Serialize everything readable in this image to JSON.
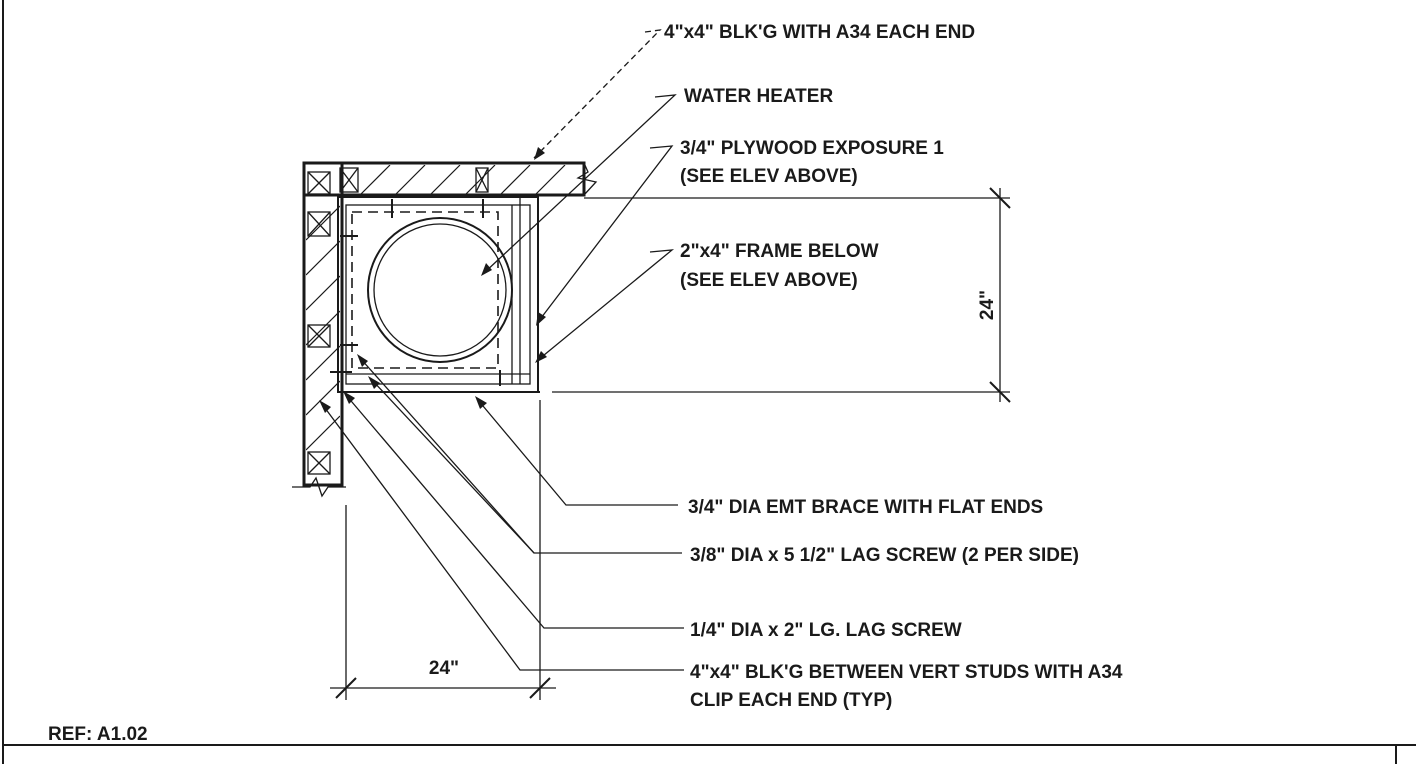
{
  "drawing": {
    "callouts": {
      "blocking_top_note": "4\"x4\" BLK'G WITH A34 EACH END",
      "water_heater_note": "WATER HEATER",
      "plywood_note_line1": "3/4\" PLYWOOD EXPOSURE 1",
      "plywood_note_line2": "(SEE ELEV ABOVE)",
      "frame_note_line1": "2\"x4\" FRAME BELOW",
      "frame_note_line2": "(SEE ELEV ABOVE)",
      "emt_brace_note": "3/4\" DIA EMT BRACE WITH FLAT ENDS",
      "lag_screw_large_note": "3/8\" DIA x 5 1/2\" LAG SCREW (2 PER SIDE)",
      "lag_screw_small_note": "1/4\" DIA x 2\" LG. LAG SCREW",
      "blocking_bottom_note_line1": "4\"x4\" BLK'G BETWEEN VERT STUDS WITH A34",
      "blocking_bottom_note_line2": "CLIP EACH END (TYP)"
    },
    "dimensions": {
      "vertical": "24\"",
      "horizontal": "24\""
    },
    "reference": "REF:  A1.02"
  }
}
